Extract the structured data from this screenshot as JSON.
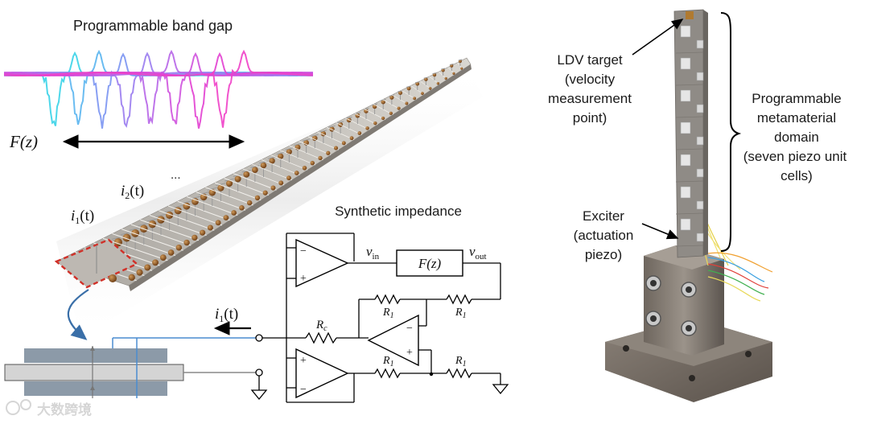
{
  "left_panel": {
    "band_gap_title": "Programmable band gap",
    "frequency_response_label": "F(z)",
    "current_labels": {
      "i1": "i",
      "i1_sub": "1",
      "i1_arg": "(t)",
      "i2": "i",
      "i2_sub": "2",
      "i2_arg": "(t)",
      "ellipsis": "..."
    },
    "circuit": {
      "title": "Synthetic impedance",
      "vin": "v",
      "vin_sub": "in",
      "vout": "v",
      "vout_sub": "out",
      "filter": "F(z)",
      "rc": "R",
      "rc_sub": "c",
      "r1": "R",
      "r1_sub": "1",
      "current": "i",
      "current_sub": "1",
      "current_arg": "(t)",
      "minus": "−",
      "plus": "+"
    },
    "curve_colors": [
      "#3ad3e8",
      "#5ab5f0",
      "#7b95f2",
      "#9a7cf0",
      "#b765e8",
      "#cf52de",
      "#e240d2",
      "#f040c8"
    ],
    "highlight_color": "#d03028",
    "arrow_color": "#3a6fa8",
    "wire_color": "#4a8cd0"
  },
  "right_panel": {
    "ldv_label": [
      "LDV target",
      "(velocity",
      "measurement",
      "point)"
    ],
    "domain_label": [
      "Programmable",
      "metamaterial",
      "domain",
      "(seven piezo unit",
      "cells)"
    ],
    "exciter_label": [
      "Exciter",
      "(actuation",
      "piezo)"
    ]
  },
  "watermark": "大数跨境"
}
